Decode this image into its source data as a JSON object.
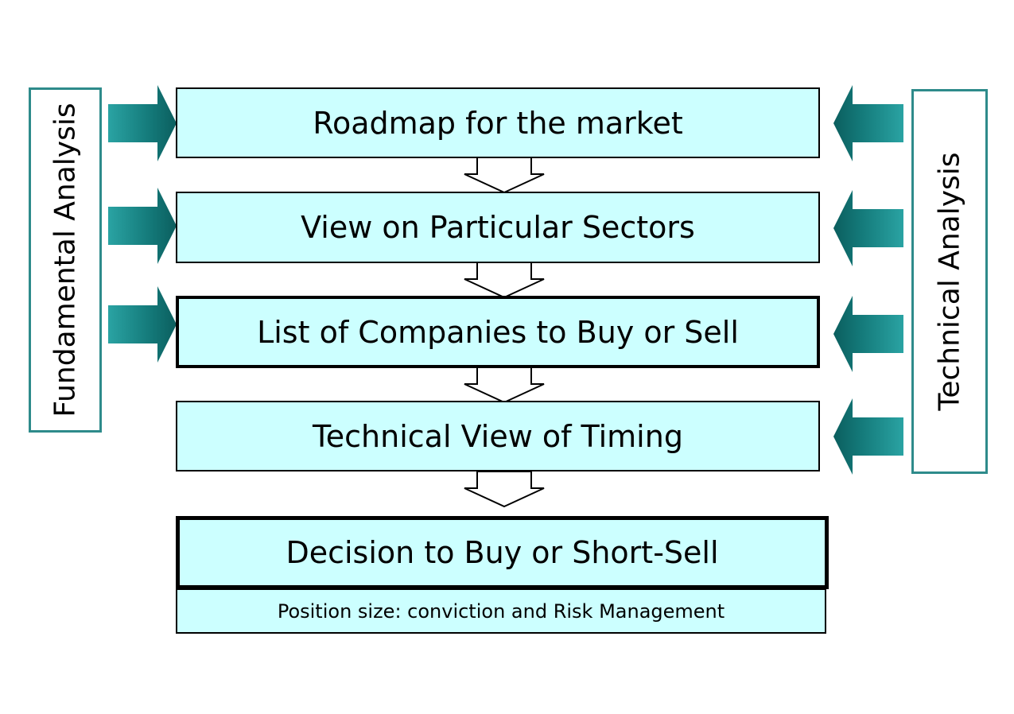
{
  "diagram": {
    "steps": [
      {
        "label": "Roadmap for the market"
      },
      {
        "label": "View on Particular Sectors"
      },
      {
        "label": "List of Companies to Buy or Sell"
      },
      {
        "label": "Technical View of Timing"
      },
      {
        "label": "Decision to Buy or Short-Sell"
      }
    ],
    "note": "Position size: conviction and Risk Management",
    "left_panel": "Fundamental Analysis",
    "right_panel": "Technical Analysis",
    "colors": {
      "box_fill": "#ccffff",
      "box_border": "#000000",
      "side_border": "#2e8b8b",
      "side_arrow_dark": "#0b5e5e",
      "side_arrow_light": "#2aa3a3",
      "flow_arrow_fill": "#ffffff",
      "flow_arrow_stroke": "#000000"
    }
  }
}
